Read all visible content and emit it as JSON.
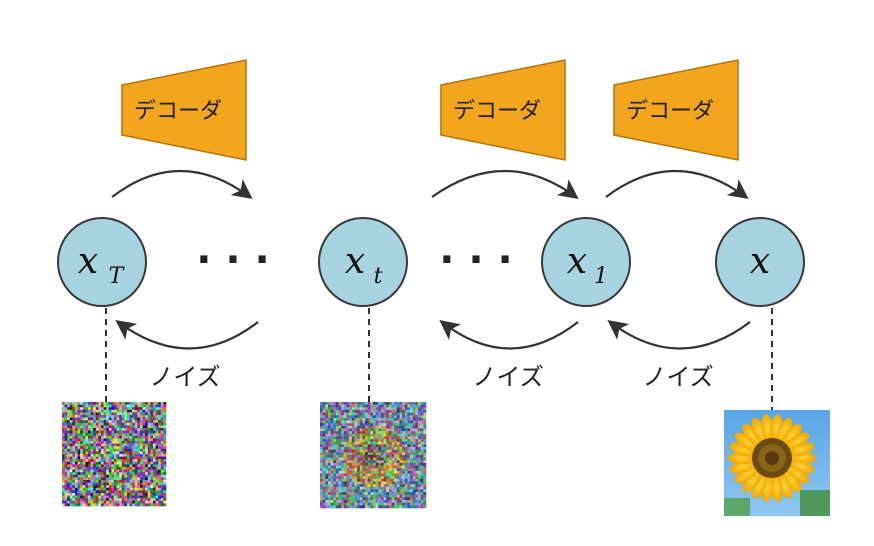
{
  "decoder_label": "デコーダ",
  "noise_label": "ノイズ",
  "ellipsis": "· · ·",
  "nodes": [
    {
      "base": "x",
      "sub": "T"
    },
    {
      "base": "x",
      "sub": "t"
    },
    {
      "base": "x",
      "sub": "1"
    },
    {
      "base": "x",
      "sub": ""
    }
  ],
  "colors": {
    "node_fill": "#a8d3e0",
    "node_stroke": "#3a3a3a",
    "decoder_fill": "#f3a51d",
    "decoder_stroke": "#b07410",
    "arrow": "#333333"
  },
  "images": [
    {
      "name": "noise-image-xT",
      "noise_level": 1.0
    },
    {
      "name": "noise-image-xt",
      "noise_level": 0.7
    },
    {
      "name": "sunflower-image-x",
      "noise_level": 0.0
    }
  ]
}
